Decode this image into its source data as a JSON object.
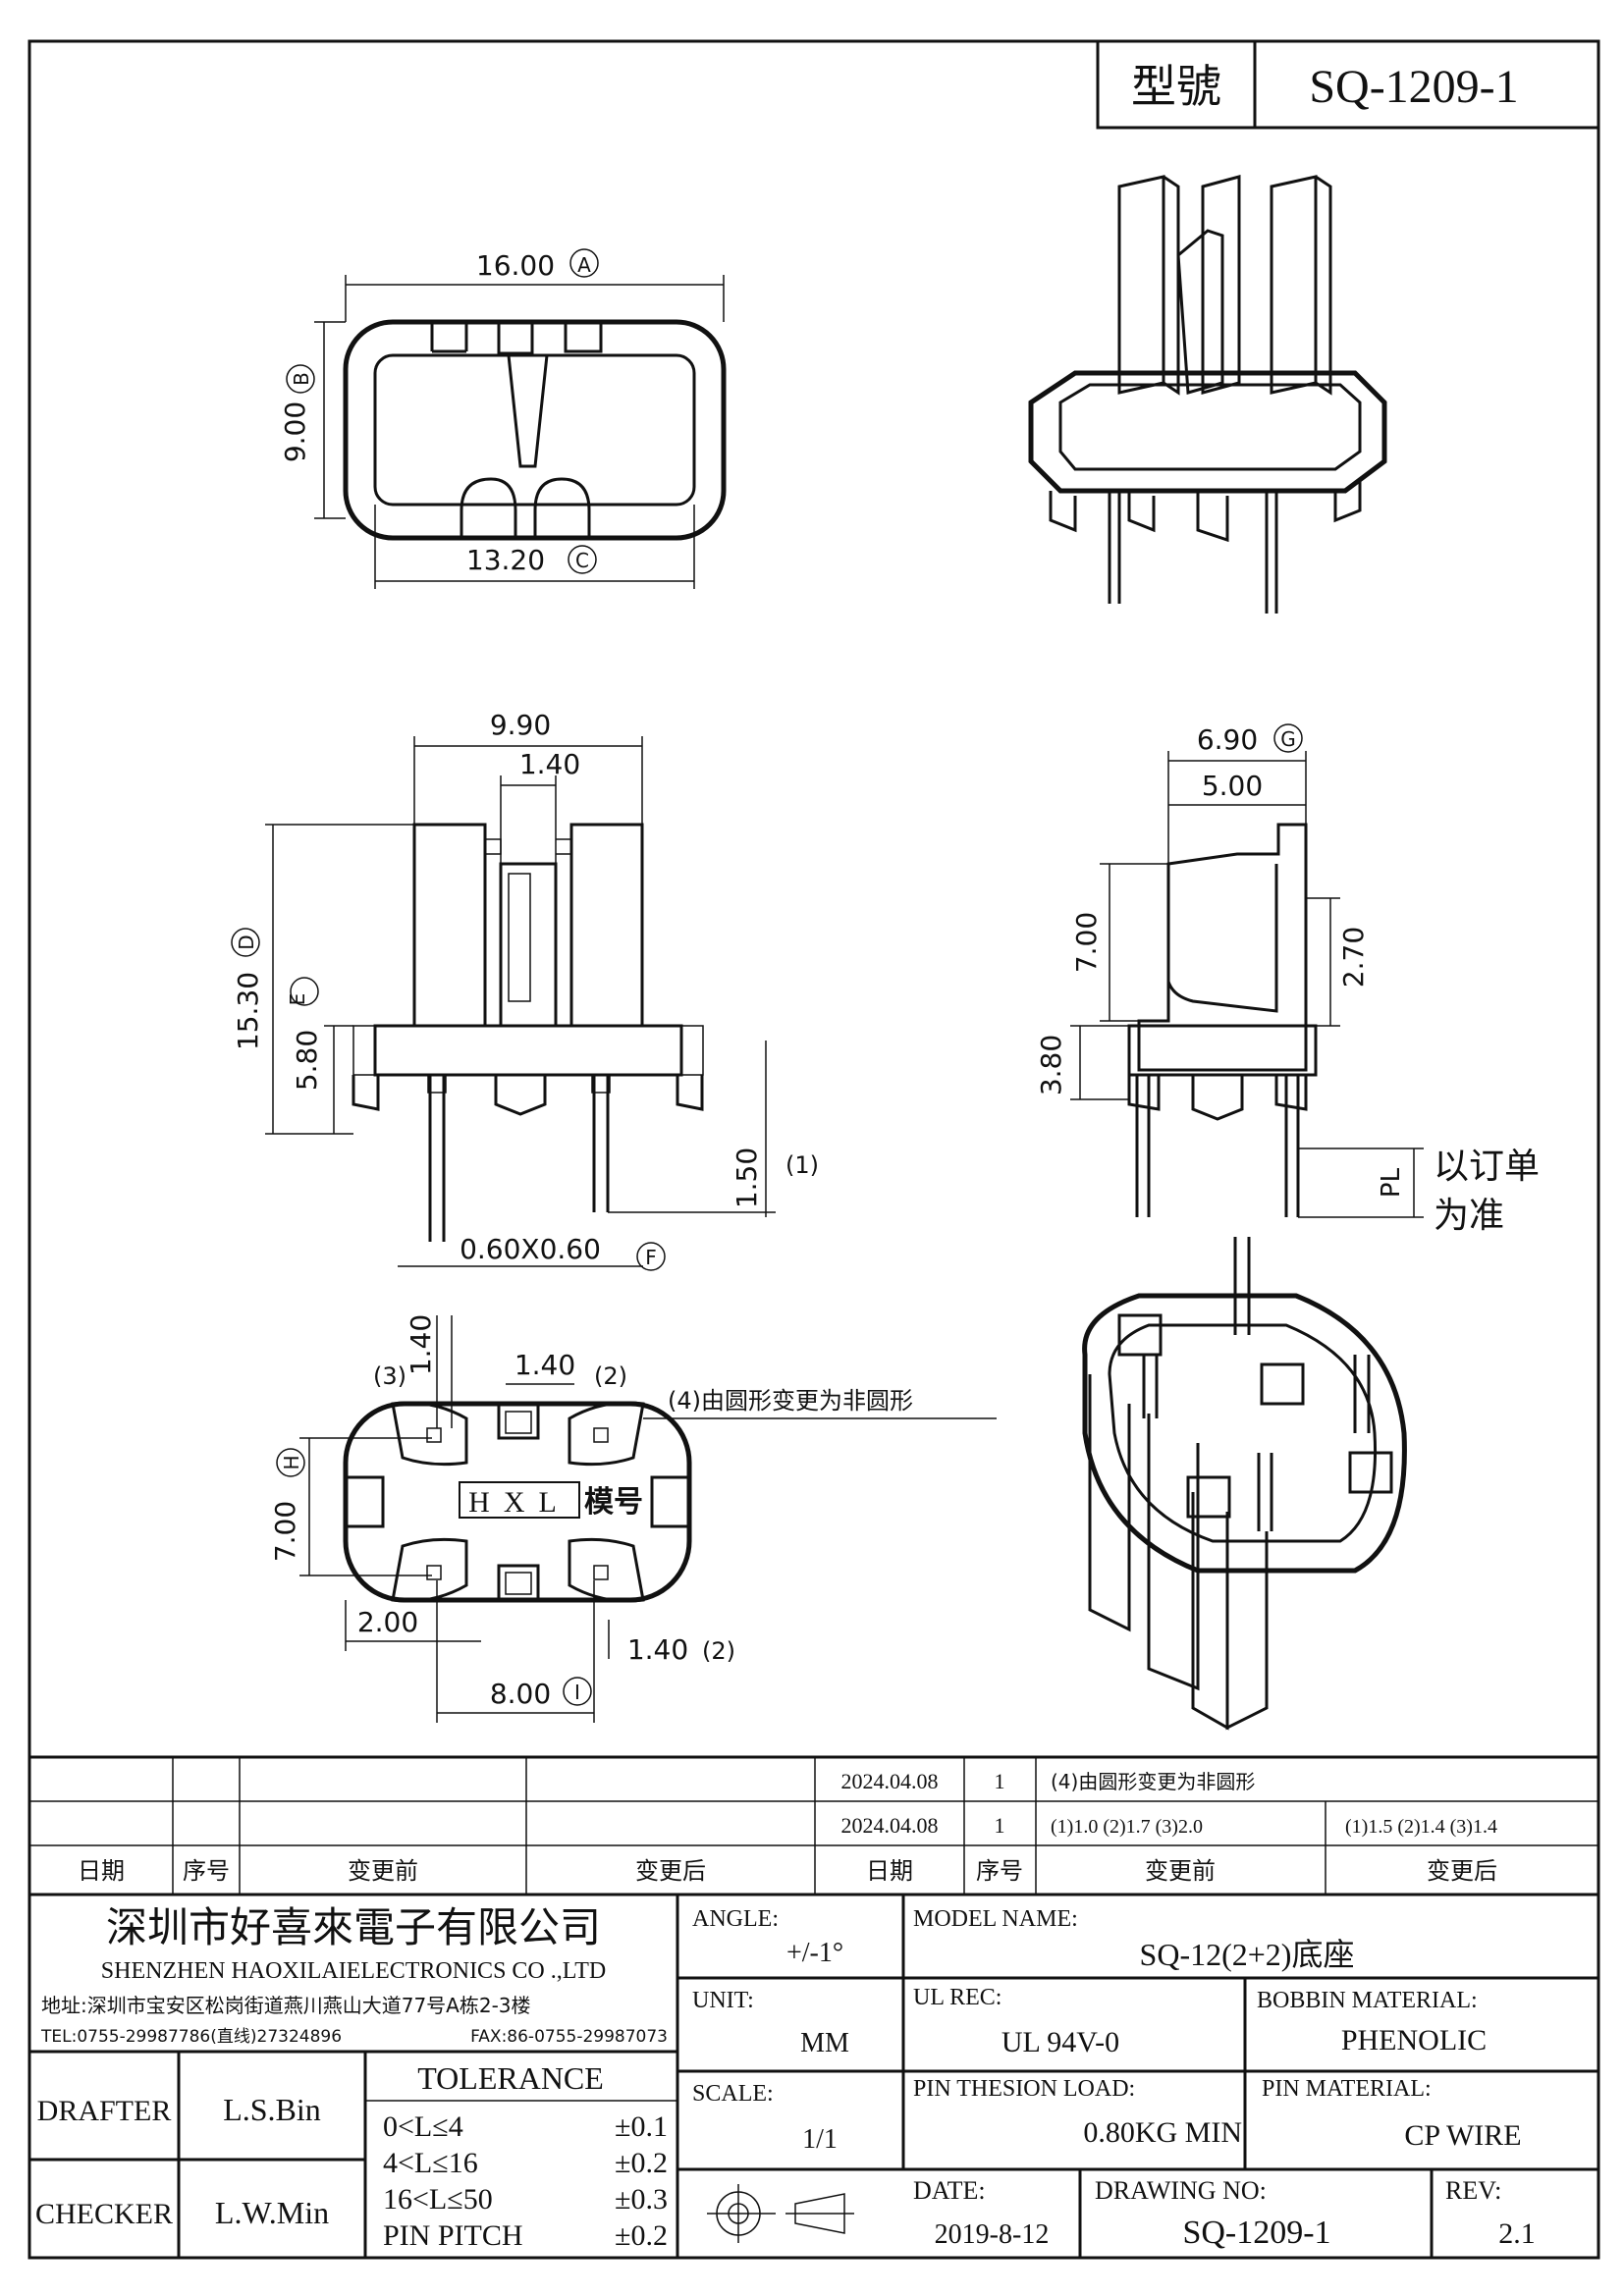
{
  "header": {
    "model_label": "型號",
    "model_value": "SQ-1209-1"
  },
  "top_view": {
    "dim_a": "16.00",
    "dim_a_tag": "A",
    "dim_b": "9.00",
    "dim_b_tag": "B",
    "dim_c": "13.20",
    "dim_c_tag": "C"
  },
  "front_view": {
    "dim_width": "9.90",
    "dim_slot": "1.40",
    "dim_d": "15.30",
    "dim_d_tag": "D",
    "dim_e": "5.80",
    "dim_e_tag": "E",
    "dim_pin_len": "1.50",
    "pin_len_note": "(1)",
    "dim_pin": "0.60X0.60",
    "dim_pin_tag": "F"
  },
  "side_view": {
    "dim_g": "6.90",
    "dim_g_tag": "G",
    "dim_inner": "5.00",
    "dim_h1": "7.00",
    "dim_h2": "2.70",
    "dim_h3": "3.80",
    "pl_label": "PL",
    "pl_note_1": "以订单",
    "pl_note_2": "为准"
  },
  "bottom_view": {
    "dim_pitch_v": "1.40",
    "note_3": "(3)",
    "dim_pitch_top": "1.40",
    "note_2": "(2)",
    "change_note": "(4)由圆形变更为非圆形",
    "dim_h": "7.00",
    "dim_h_tag": "H",
    "logo_text": "HXL",
    "mold_label": "模号",
    "dim_edge": "2.00",
    "dim_pitch_bottom": "1.40",
    "note_2b": "(2)",
    "dim_i": "8.00",
    "dim_i_tag": "I"
  },
  "revision_table": {
    "headers": [
      "日期",
      "序号",
      "变更前",
      "变更后",
      "日期",
      "序号",
      "变更前",
      "变更后"
    ],
    "rows": [
      {
        "date": "2024.04.08",
        "no": "1",
        "before": "(4)由圆形变更为非圆形",
        "after": ""
      },
      {
        "date": "2024.04.08",
        "no": "1",
        "before": "(1)1.0  (2)1.7 (3)2.0",
        "after": "(1)1.5  (2)1.4 (3)1.4"
      }
    ]
  },
  "title_block": {
    "company_cn": "深圳市好喜來電子有限公司",
    "company_en": "SHENZHEN HAOXILAIELECTRONICS CO .,LTD",
    "address": "地址:深圳市宝安区松岗街道燕川燕山大道77号A栋2-3楼",
    "tel": "TEL:0755-29987786(直线)27324896",
    "fax": "FAX:86-0755-29987073",
    "drafter_label": "DRAFTER",
    "drafter_value": "L.S.Bin",
    "checker_label": "CHECKER",
    "checker_value": "L.W.Min",
    "tolerance_title": "TOLERANCE",
    "tolerance_rows": [
      {
        "range": "0<L≤4",
        "value": "±0.1"
      },
      {
        "range": "4<L≤16",
        "value": "±0.2"
      },
      {
        "range": "16<L≤50",
        "value": "±0.3"
      },
      {
        "range": "PIN PITCH",
        "value": "±0.2"
      }
    ],
    "angle_label": "ANGLE:",
    "angle_value": "+/-1°",
    "unit_label": "UNIT:",
    "unit_value": "MM",
    "scale_label": "SCALE:",
    "scale_value": "1/1",
    "model_name_label": "MODEL NAME:",
    "model_name_value": "SQ-12(2+2)底座",
    "ul_label": "UL REC:",
    "ul_value": "UL 94V-0",
    "bobbin_label": "BOBBIN MATERIAL:",
    "bobbin_value": "PHENOLIC",
    "pin_load_label": "PIN THESION LOAD:",
    "pin_load_value": "0.80KG MIN",
    "pin_mat_label": "PIN MATERIAL:",
    "pin_mat_value": "CP  WIRE",
    "date_label": "DATE:",
    "date_value": "2019-8-12",
    "drawing_no_label": "DRAWING NO:",
    "drawing_no_value": "SQ-1209-1",
    "rev_label": "REV:",
    "rev_value": "2.1"
  }
}
